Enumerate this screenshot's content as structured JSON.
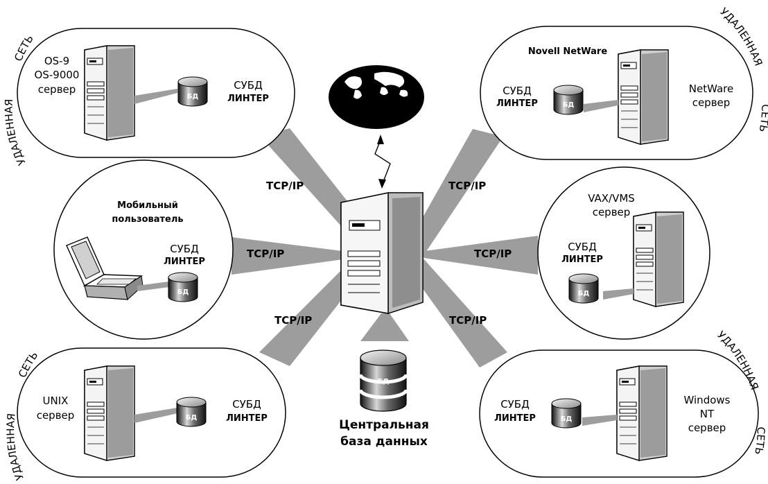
{
  "nodes": {
    "os9": {
      "name_1": "OS-9",
      "name_2": "OS-9000",
      "name_3": "сервер",
      "dbms": "СУБД",
      "linter": "ЛИНТЕР",
      "db": "БД"
    },
    "novell": {
      "title": "Novell NetWare",
      "name_1": "NetWare",
      "name_2": "сервер",
      "dbms": "СУБД",
      "linter": "ЛИНТЕР",
      "db": "БД"
    },
    "mobile": {
      "title_1": "Мобильный",
      "title_2": "пользователь",
      "dbms": "СУБД",
      "linter": "ЛИНТЕР",
      "db": "БД"
    },
    "vax": {
      "name_1": "VAX/VMS",
      "name_2": "сервер",
      "dbms": "СУБД",
      "linter": "ЛИНТЕР",
      "db": "БД"
    },
    "unix": {
      "name_1": "UNIX",
      "name_2": "сервер",
      "dbms": "СУБД",
      "linter": "ЛИНТЕР",
      "db": "БД"
    },
    "winnt": {
      "name_1": "Windows",
      "name_2": "NT",
      "name_3": "сервер",
      "dbms": "СУБД",
      "linter": "ЛИНТЕР",
      "db": "БД"
    }
  },
  "remote_net_words": [
    "УДАЛЕННАЯ",
    "СЕТЬ"
  ],
  "internet_label": "internet",
  "protocol": "TCP/IP",
  "central": {
    "line_1": "Центральная",
    "line_2": "база данных",
    "db": "БД"
  }
}
